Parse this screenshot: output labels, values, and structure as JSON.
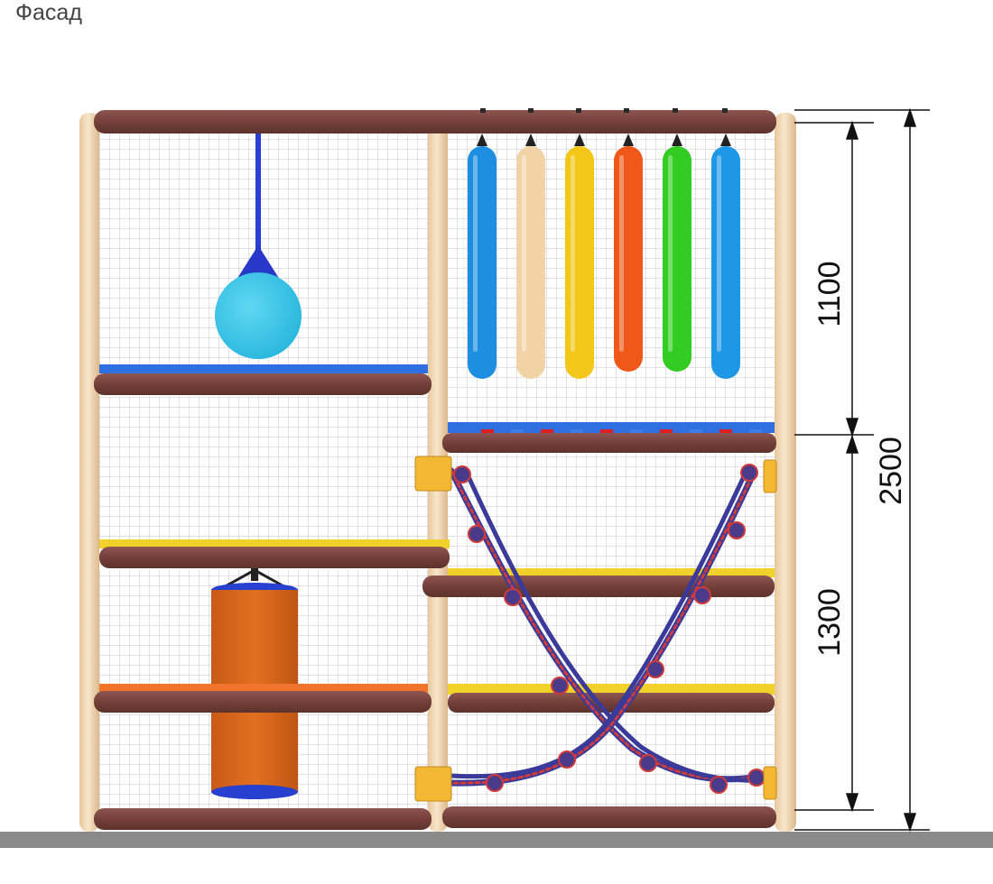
{
  "title": "Фасад",
  "dimensions": {
    "upper": "1100",
    "lower": "1300",
    "total": "2500"
  },
  "colors": {
    "post": "#f0d9b6",
    "beam": "#7a4540",
    "net_line": "#c9c9cf",
    "floor": "#8a8a8a",
    "punch_ball": "#3fc8e8",
    "punch_bag": "#d9661f",
    "rope_blue": "#3a3a9a",
    "rope_red": "#d03a3a",
    "clamp": "#f2b733"
  },
  "hanging_bars": [
    {
      "color": "#1e8ee0"
    },
    {
      "color": "#f2d3a8"
    },
    {
      "color": "#f2c718"
    },
    {
      "color": "#f0581a"
    },
    {
      "color": "#33cc22"
    },
    {
      "color": "#1e98e6"
    }
  ]
}
